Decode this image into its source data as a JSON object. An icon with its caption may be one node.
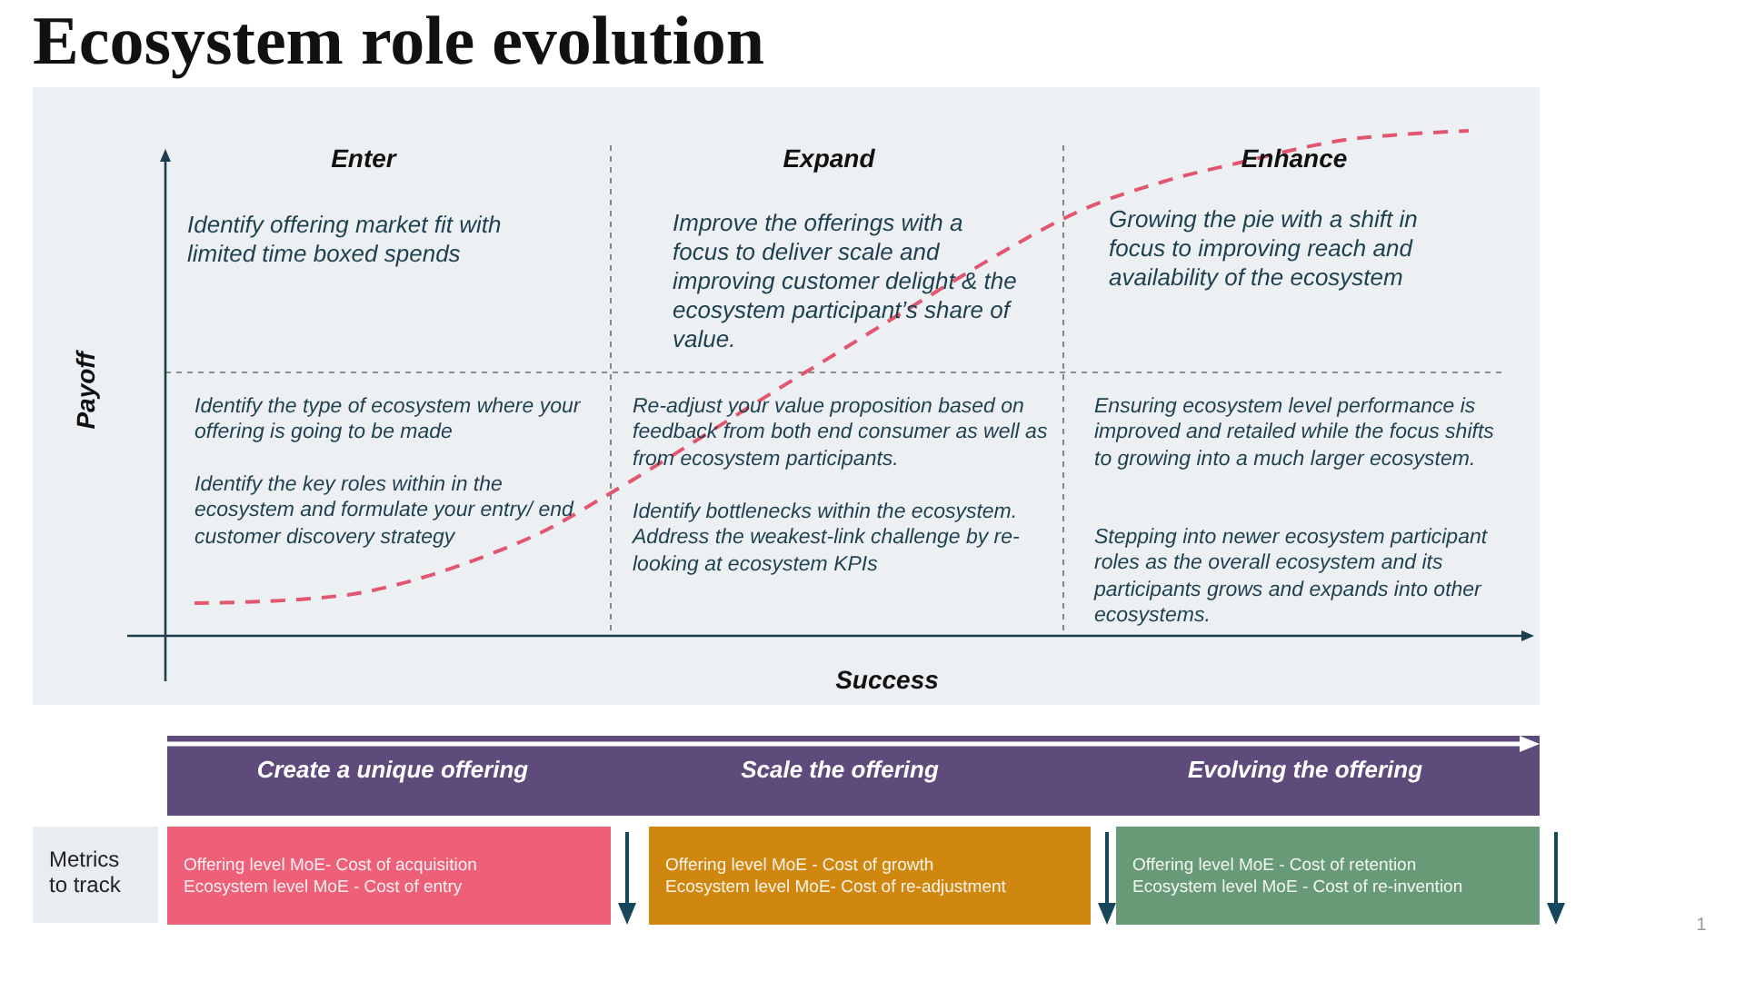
{
  "diagram": {
    "title": "Ecosystem role evolution",
    "nodes": [
      {
        "text": [
          "Create a unique offering",
          "Scale the offering",
          "Evolving the offering"
        ]
      },
      {
        "text": [
          "Metrics to track"
        ]
      },
      {
        "text": [
          "Offering level MoE- Cost of acquisition",
          "Ecosystem level MoE - Cost of entry"
        ]
      },
      {
        "text": [
          "Offering level MoE - Cost of growth",
          "Ecosystem level MoE- Cost of re-adjustment"
        ]
      },
      {
        "text": [
          "Offering level MoE - Cost of retention",
          "Ecosystem level MoE - Cost of re-invention"
        ]
      }
    ],
    "labels": [
      "Enter",
      "Expand",
      "Enhance",
      "Identify offering market fit with limited time boxed spends",
      "Improve the offerings with a focus to deliver scale and improving customer delight & the ecosystem participant’s share of value.",
      "Growing the pie with a shift in focus to improving reach and availability of the ecosystem",
      "Payoff",
      "Identify the type of ecosystem where your offering is going to be made",
      "Re-adjust your value proposition based on feedback from both end consumer as well as from ecosystem participants.",
      "Ensuring ecosystem level performance is improved and retailed while the focus shifts to growing into a much larger ecosystem.",
      "Identify the key roles within in the ecosystem and formulate your entry/ end customer discovery strategy",
      "Identify bottlenecks within the ecosystem. Address the weakest-link challenge by re-looking at ecosystem KPIs",
      "Stepping into newer ecosystem participant roles as the overall ecosystem and its participants grows and expands into other ecosystems.",
      "Success",
      "1"
    ]
  }
}
